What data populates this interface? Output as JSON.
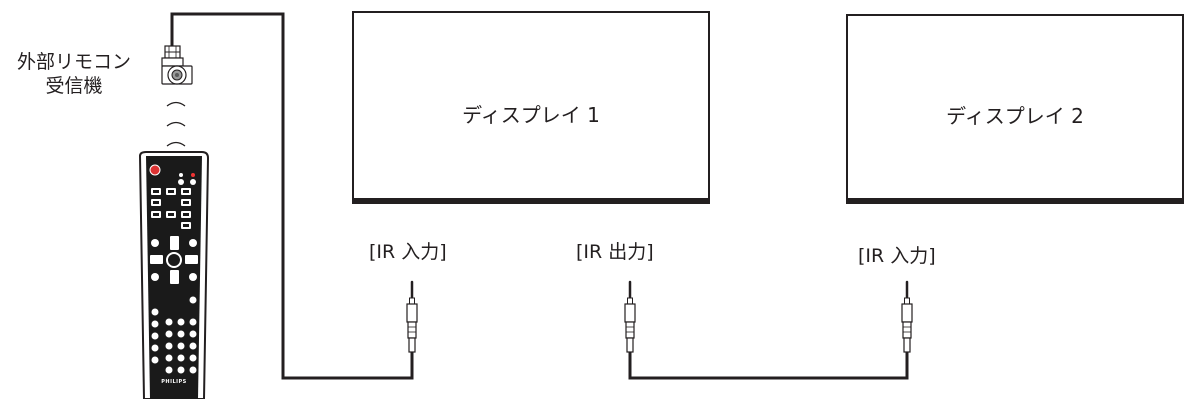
{
  "remote_sensor_label": {
    "line1": "外部リモコン",
    "line2": "受信機"
  },
  "displays": [
    {
      "title": "ディスプレイ 1"
    },
    {
      "title": "ディスプレイ 2"
    }
  ],
  "ports": [
    {
      "label": "[IR 入力]"
    },
    {
      "label": "[IR 出力]"
    },
    {
      "label": "[IR 入力]"
    }
  ],
  "remote": {
    "brand": "PHILIPS"
  },
  "colors": {
    "line": "#231f20",
    "background": "#ffffff"
  },
  "icons": [
    "ir-sensor-plug-icon",
    "ir-signal-wave-icon",
    "remote-control-icon",
    "audio-jack-plug-icon"
  ]
}
